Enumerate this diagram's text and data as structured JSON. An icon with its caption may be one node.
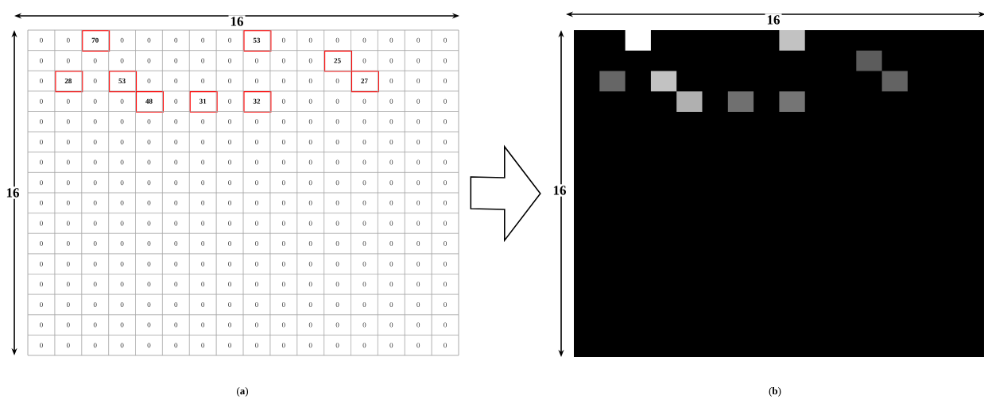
{
  "diagram": {
    "nodes": [
      {
        "text": [],
        "shape": "box"
      },
      {
        "text": [],
        "shape": "picture"
      }
    ],
    "edges": [
      {
        "from": 0,
        "to": 1,
        "arrow": "to"
      }
    ],
    "labels": [
      "16",
      "16",
      "0",
      "0",
      "70",
      "0",
      "0",
      "0",
      "0",
      "0",
      "53",
      "0",
      "0",
      "0",
      "0",
      "0",
      "0",
      "0",
      "0",
      "0",
      "0",
      "0",
      "0",
      "0",
      "0",
      "0",
      "0",
      "0",
      "0",
      "25",
      "0",
      "0",
      "0",
      "0",
      "0",
      "28",
      "0",
      "53",
      "0",
      "0",
      "0",
      "0",
      "0",
      "0",
      "0",
      "0",
      "27",
      "0",
      "0",
      "0",
      "0",
      "0",
      "0",
      "0",
      "48",
      "0",
      "31",
      "0",
      "32",
      "0",
      "0",
      "0",
      "0",
      "0",
      "0",
      "0",
      "0",
      "0",
      "0",
      "0",
      "0",
      "0",
      "0",
      "0",
      "0",
      "0",
      "0",
      "0",
      "0",
      "0",
      "0",
      "0",
      "0",
      "0",
      "0",
      "0",
      "0",
      "0",
      "0",
      "0",
      "0",
      "0",
      "0",
      "0",
      "0",
      "0",
      "0",
      "0",
      "0",
      "0",
      "0",
      "0",
      "0",
      "0",
      "0",
      "0",
      "0",
      "0",
      "0",
      "0",
      "0",
      "0",
      "0",
      "0",
      "0",
      "0",
      "0",
      "0",
      "0",
      "0",
      "0",
      "0",
      "0",
      "0",
      "0",
      "0",
      "0",
      "0",
      "0",
      "0",
      "0",
      "0",
      "0",
      "0",
      "0",
      "0",
      "0",
      "0",
      "0",
      "0",
      "0",
      "0",
      "0",
      "0",
      "0",
      "0",
      "0",
      "0",
      "0",
      "0",
      "0",
      "0",
      "0",
      "0",
      "0",
      "0",
      "0",
      "0",
      "0",
      "0",
      "0",
      "0",
      "0",
      "0",
      "0",
      "0",
      "0",
      "0",
      "0",
      "0",
      "0",
      "0",
      "0",
      "0",
      "0",
      "0",
      "0",
      "0",
      "0",
      "0",
      "0",
      "0",
      "0",
      "0",
      "0",
      "0",
      "0",
      "0",
      "0",
      "0",
      "0",
      "0",
      "0",
      "0",
      "0",
      "0",
      "0",
      "0",
      "0",
      "0",
      "0",
      "0",
      "0",
      "0",
      "0",
      "0",
      "0",
      "0",
      "0",
      "0",
      "0",
      "0",
      "0",
      "0",
      "0",
      "0",
      "0",
      "0",
      "0",
      "0",
      "0",
      "0",
      "0",
      "0",
      "0",
      "0",
      "0",
      "0",
      "0",
      "0",
      "0",
      "0",
      "0",
      "0",
      "0",
      "0",
      "0",
      "0",
      "0",
      "0",
      "0",
      "0",
      "0",
      "0",
      "0",
      "0",
      "0",
      "0",
      "0",
      "0",
      "0",
      "0",
      "0",
      "0",
      "0",
      "0",
      "0",
      "0",
      "16",
      "16",
      "(**a**)",
      "(**b**)"
    ]
  }
}
